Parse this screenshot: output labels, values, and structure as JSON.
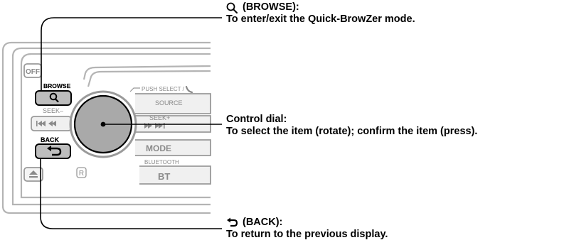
{
  "device": {
    "buttons": {
      "off": "OFF",
      "browse": "BROWSE",
      "seek_minus": "SEEK–",
      "back": "BACK",
      "push_select": "PUSH SELECT /",
      "source": "SOURCE",
      "seek_plus": "SEEK+",
      "mode": "MODE",
      "bluetooth": "BLUETOOTH",
      "bt": "BT",
      "r_mark": "R"
    }
  },
  "callouts": {
    "browse": {
      "icon": "search-icon",
      "title": "(BROWSE):",
      "description": "To enter/exit the Quick-BrowZer mode."
    },
    "dial": {
      "title": "Control dial:",
      "description": "To select the item (rotate); confirm the item (press)."
    },
    "back": {
      "icon": "back-arrow-icon",
      "title": "(BACK):",
      "description": "To return to the previous display."
    }
  },
  "colors": {
    "line": "#000000",
    "panel_stroke": "#b4b4b4",
    "button_fill": "#e6e6e6",
    "highlight_fill": "#bdbdbd",
    "dial_fill": "#a9a9a9"
  }
}
